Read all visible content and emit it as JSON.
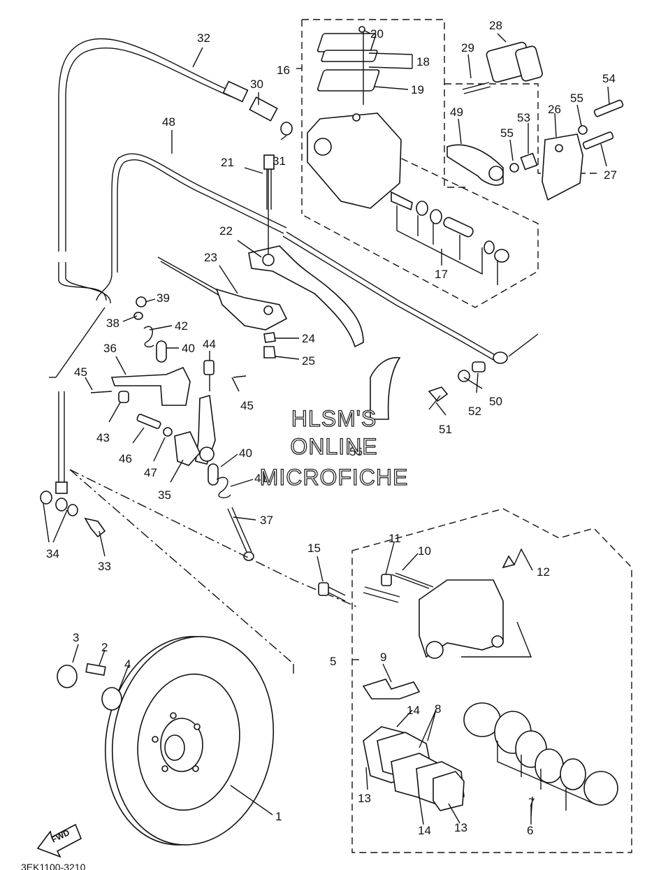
{
  "watermark": [
    "HLSM'S",
    "ONLINE",
    "MICROFICHE"
  ],
  "fwd_label": "FWD",
  "footer_code": "3EK1100-3210",
  "callouts": [
    "1",
    "2",
    "3",
    "4",
    "5",
    "6",
    "7",
    "8",
    "9",
    "10",
    "11",
    "12",
    "13",
    "13",
    "14",
    "14",
    "15",
    "16",
    "17",
    "18",
    "19",
    "20",
    "21",
    "22",
    "23",
    "24",
    "25",
    "26",
    "27",
    "28",
    "29",
    "30",
    "31",
    "32",
    "33",
    "34",
    "35",
    "36",
    "37",
    "38",
    "39",
    "40",
    "40",
    "41",
    "42",
    "43",
    "44",
    "45",
    "45",
    "46",
    "47",
    "48",
    "49",
    "50",
    "51",
    "52",
    "53",
    "54",
    "55",
    "55",
    "56"
  ]
}
